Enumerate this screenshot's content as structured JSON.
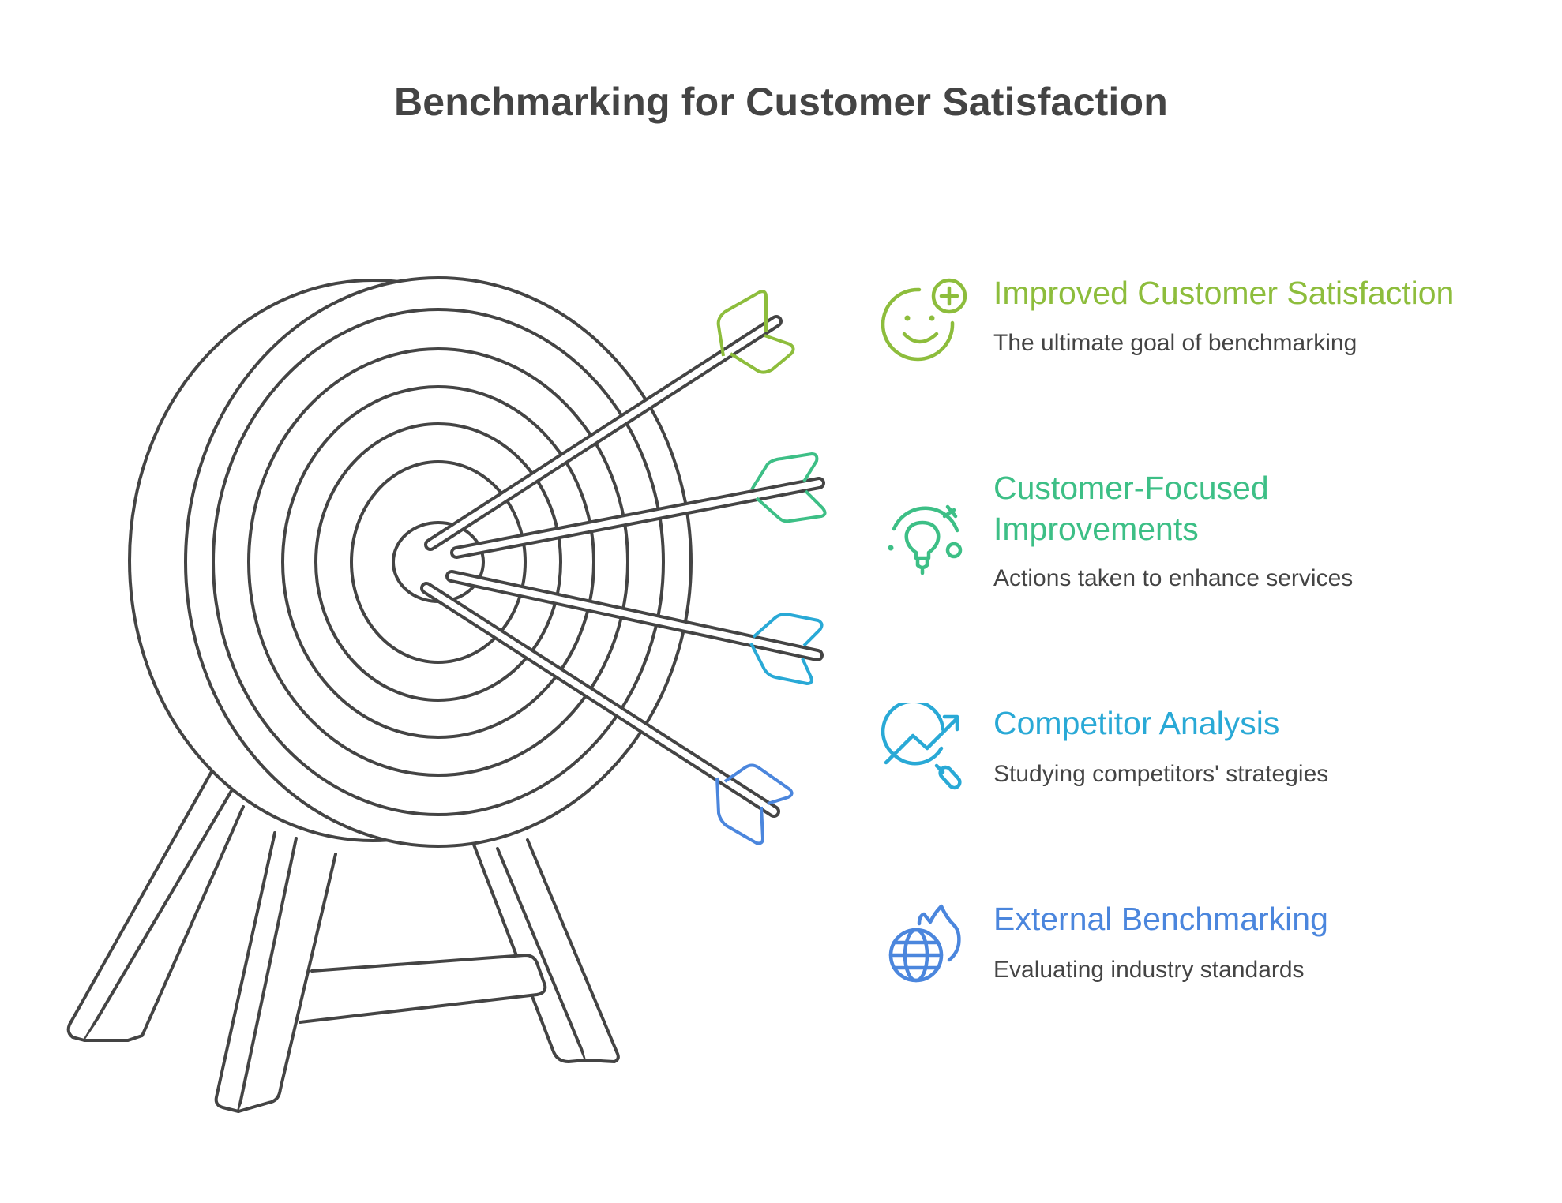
{
  "title": "Benchmarking for Customer Satisfaction",
  "colors": {
    "ink": "#444444",
    "improved": "#8dbd3c",
    "customer_focused": "#3dbf86",
    "competitor": "#29a9d6",
    "external": "#4b86dd"
  },
  "items": [
    {
      "heading": "Improved Customer Satisfaction",
      "description": "The ultimate goal of benchmarking",
      "icon": "smiley-plus-icon",
      "color": "#8dbd3c"
    },
    {
      "heading_line1": "Customer-Focused",
      "heading_line2": "Improvements",
      "description": "Actions taken to enhance services",
      "icon": "lightbulb-orbit-icon",
      "color": "#3dbf86"
    },
    {
      "heading": "Competitor Analysis",
      "description": "Studying competitors' strategies",
      "icon": "trend-magnifier-icon",
      "color": "#29a9d6"
    },
    {
      "heading": "External Benchmarking",
      "description": "Evaluating industry standards",
      "icon": "globe-flame-icon",
      "color": "#4b86dd"
    }
  ]
}
